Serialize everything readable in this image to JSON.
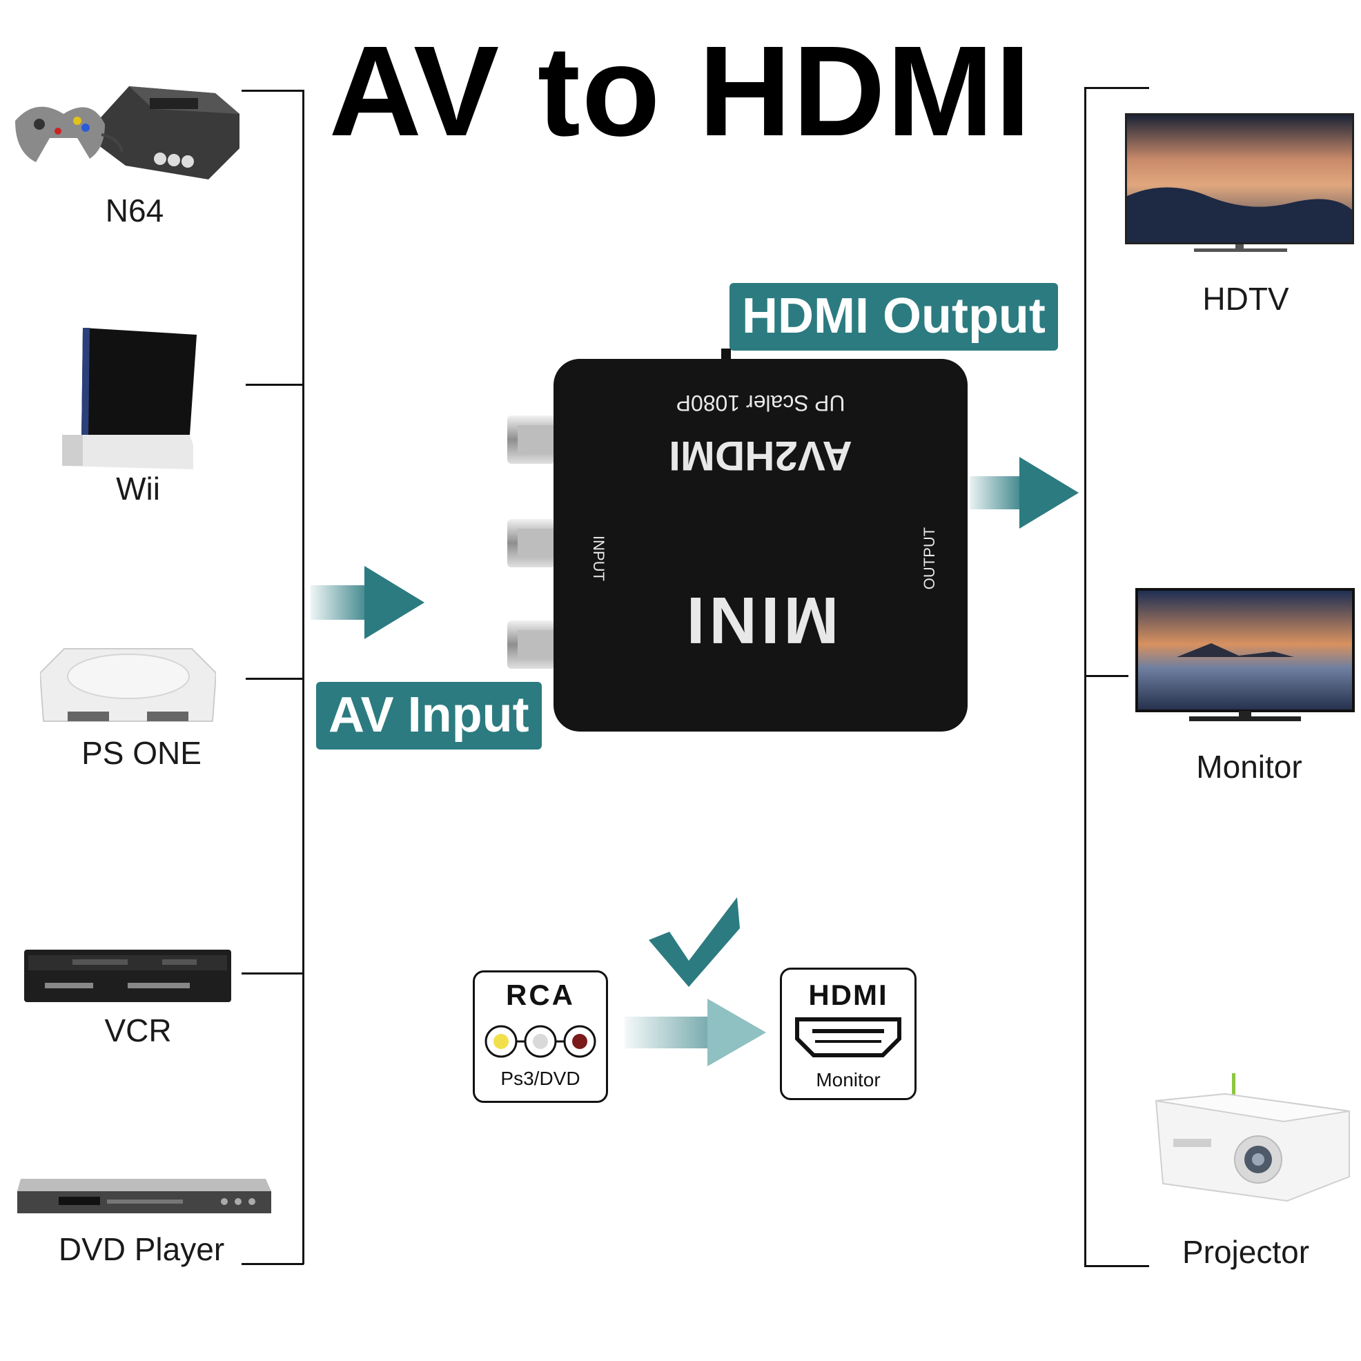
{
  "title": "AV to HDMI",
  "inputs": [
    {
      "label": "N64",
      "icon": "n64-console-icon"
    },
    {
      "label": "Wii",
      "icon": "wii-console-icon"
    },
    {
      "label": "PS ONE",
      "icon": "ps-one-console-icon"
    },
    {
      "label": "VCR",
      "icon": "vcr-icon"
    },
    {
      "label": "DVD Player",
      "icon": "dvd-player-icon"
    }
  ],
  "outputs": [
    {
      "label": "HDTV",
      "icon": "hdtv-icon"
    },
    {
      "label": "Monitor",
      "icon": "monitor-icon"
    },
    {
      "label": "Projector",
      "icon": "projector-icon"
    }
  ],
  "badges": {
    "hdmi_output": "HDMI Output",
    "av_input": "AV Input"
  },
  "device": {
    "subtitle": "UP Scaler 1080P",
    "model": "AV2HDMI",
    "input_label": "INPUT",
    "output_label": "OUTPUT",
    "name": "MINI"
  },
  "legend": {
    "rca_title": "RCA",
    "rca_caption": "Ps3/DVD",
    "hdmi_title": "HDMI",
    "hdmi_caption": "Monitor"
  },
  "colors": {
    "accent": "#2c7b80",
    "device": "#141414",
    "line": "#111111"
  }
}
